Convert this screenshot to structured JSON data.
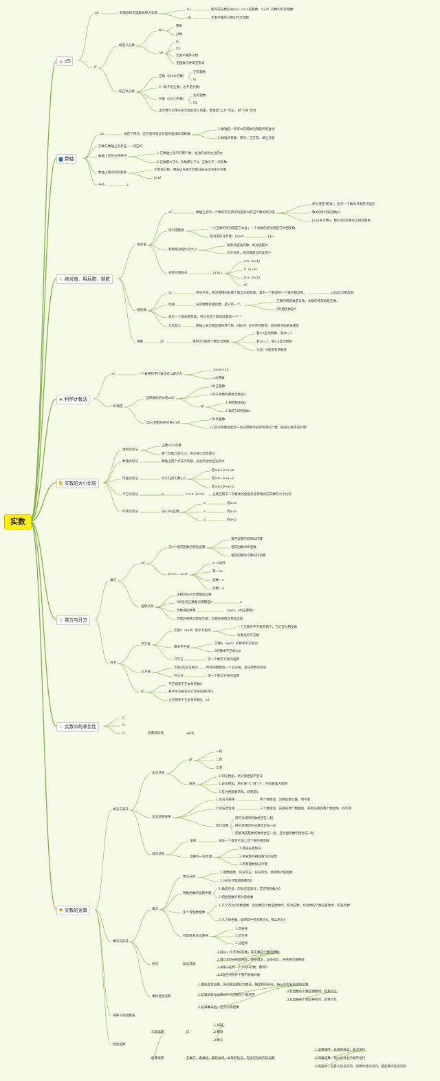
{
  "root": "实数",
  "colors": {
    "line": "#7fb045",
    "root_bg": "#fff200",
    "box_border": "#c9c9c9",
    "background": "#f6fbe8"
  },
  "branches": [
    {
      "label": "dS",
      "icon": "house-icon",
      "icon_glyph": "⌂",
      "icon_color": "#d13a7a"
    },
    {
      "label": "数轴",
      "icon": "flag-icon",
      "icon_glyph": "▆",
      "icon_color": "#2b61c7"
    },
    {
      "label": "绝对值、相反数、倒数",
      "icon": "star-icon",
      "icon_glyph": "☆",
      "icon_color": "#e23b3b"
    },
    {
      "label": "科学计数法",
      "icon": "star-icon",
      "icon_glyph": "★",
      "icon_color": "#e23b3b"
    },
    {
      "label": "实数的大小比较",
      "icon": "hand-icon",
      "icon_glyph": "✋",
      "icon_color": "#e0a100"
    },
    {
      "label": "乘方与开方",
      "icon": "star-icon",
      "icon_glyph": "☆",
      "icon_color": "#2f6ac8"
    },
    {
      "label": "实数中的非负性",
      "icon": "star-icon",
      "icon_glyph": "☆",
      "icon_color": "#c23fbf"
    },
    {
      "label": "实数的运算",
      "icon": "heart-icon",
      "icon_glyph": "♥",
      "icon_color": "#e0a100"
    }
  ],
  "nodes": [
    "aC",
    "有理数和无理数统称为实数",
    "b+",
    "能写成分数形式m/n（m,n是整数，n≠0）的数叫作有理数",
    "nH",
    "无限不循环小数叫作无理数",
    "IF",
    "按定义分类",
    "lb+",
    "整数",
    "分数",
    "nH",
    "fy",
    "f口",
    "无限不循环小数",
    "无理数几种常见形式",
    "按正负分类",
    "正数（比0大的数）",
    "正有理数",
    "fy",
    "0（既不是正数，也不是负数）",
    "负数（比0小的数）",
    "负有理数",
    "f口",
    "正负数可以用于表示相反意义的量，若规定\"上升\"为正，则\"下降\"为负",
    "aC",
    "规定了原点、正方向和单位长度的直线叫作数轴",
    "1.数轴是一条可以向两端无限延伸的直线",
    "2.数轴三要素：原点、正方向、单位长度",
    "实数与数轴上的点是一一对应的",
    "数轴上点的分布特点",
    "1.在数轴上表示的两个数，右边的总比左边的大",
    "2.正数都大于0，负数都小于0，正数大于一切负数",
    "数轴上两点间的距离",
    "大数减小数，用右边点表示的数减去左边点表示的数",
    "la-bl",
    "中点",
    "a",
    "绝对值",
    "aC",
    "数轴上表示一个数的点与原点的距离叫作这个数的绝对值",
    "绝对值是\"距离\"，表示一个数的点离原点远近",
    "数a的绝对值记做|a|",
    "|a-b|表示数a、数b对应的两点之间的距离",
    "绝对值性质",
    "一个正数的绝对值是它本身；一个负数的绝对值是它的相反数。",
    "绝对值的非负性：|a|≥0",
    "|a|=",
    "利用绝对值比较大小",
    "离原点越远的数，绝对值越大",
    "对于负数，绝对值越大的反而小",
    "去绝对值符号",
    "|a-b|=",
    "a-b（a>b）",
    "0（a=b）",
    "b-a（a<b）",
    "fG",
    "相反数",
    "aC",
    "符号不同，绝对值相同的两个数互为相反数，其中一个数是另一个数的相反数。",
    "a与b互为相反数",
    "性质",
    "任何数都有相反数，且只有一个。",
    "正数的相反数是负数，负数的相反数是正数。",
    "0的相反数是0",
    "表示一个数的相反数，可以在这个数的前面添一个\"-\"",
    "几何意义",
    "数轴上表示相反数的两个数（0除外）位于原点两侧，且到原点的距离相等",
    "倒数",
    "aC",
    "乘积为1的两个数互为倒数",
    "若a,b互为倒数，则ab=1",
    "若ab=1，则a,b互为倒数",
    "注意：0是没有倒数的",
    "aC",
    "一个数用科学计数法可以表示为",
    "1≤|a|<10",
    "n为整数",
    "n的确定",
    "当原数的绝对值≥10",
    "n为正整数",
    "n等于原数的整数位数减1",
    "gf",
    "1.把原数变成a",
    "2.确定10的指数n",
    "当0<原数的绝对值<1时",
    "n为负整数",
    "|n|等于原数左起第一位非零数字前所有零的个数（包括小数点前的零）",
    "类别比较法",
    "正数>0>负数",
    "两个负数比较大小，绝对值大的反而小",
    "数轴比较法",
    "数轴上两个点表示的数，右边的总比左边的大",
    "作差比较法",
    "对于任意实数a,b",
    "若a-b>0→a>b",
    "若a-b=0→a=b",
    "若a-b<0→a<b",
    "平方比较法",
    "a",
    "a²>b（b>0）",
    "主要应用于二次根式的估值及含有根式的实数的大小比较",
    "作商比较法",
    "设a,b为正数",
    "a",
    "a",
    "a",
    "则a>b",
    "则a=b",
    "则a<b",
    "乘方",
    "aC",
    "求n个相同因数的积的运算",
    "乘方运算的结果叫作幂",
    "相同因数叫作底数",
    "相同因数的个数叫作指数",
    "a·a·a·…·a=aⁿ",
    "a^n读作",
    "幂：an",
    "底数：a",
    "指数：n",
    "运算法则",
    "正数的任何次幂都是正数",
    "0的任何正整数次幂都是0",
    "a",
    "负数奇指数幂",
    "（a≠0，p为正整数）",
    "负数的奇数次幂是负数，负数的偶数次幂是正数",
    "开方",
    "平方根",
    "实数a（a≥0）的平方根为",
    "一个正数的平方根有两个，它们互为相反数",
    "负数没有平方根",
    "算术平方根",
    "实数a（a≥0）的算术平方根为",
    "0的算术平方根为0",
    "开平方",
    "求一个数平方根的运算",
    "立方根",
    "实数a的立方根为",
    "所有的数都有一个立方根，且与原数的符号",
    "开立方",
    "求一个数立方根的运算",
    "fG",
    "平方根等于它本身的数0",
    "算术平方根等于它本身的数0和1",
    "立方根等于它本身的数0，±1",
    "cf",
    "cf",
    "cf",
    "双重非负性",
    "a≥0",
    "加法与减法",
    "加法法则",
    "gf",
    "一桥",
    "二政",
    "三求",
    "规律",
    "1.同号相加，绝对值相加不变号",
    "2.异号相加，绝对值\"大\"减\"小\"，符号跟着大的跑",
    "3.互为相反数求和，结果是0",
    "加法运算规律",
    "1.加法交换律",
    "两个数相加，交换加数位置，和不变",
    "2.加法结合律",
    "三个数相加，先把前两个数相加，或者先把后两个数相加，和不变",
    "简化运算",
    "把符号相同的数结合在一起",
    "把分母相同的分数结合在一起",
    "把能凑成整数的数结合在一起，互为相反数的结合在一起",
    "减法法则",
    "法则",
    "减去一个数等于加上这个数的相反数",
    "运算的一般步骤",
    "1.把减号变加号",
    "2.用减数的相反数作为加数",
    "3.用有理数加法计算",
    "乘法与除法",
    "乘法",
    "乘法法则",
    "1.两数相乘，同号得正，异号得负，并把绝对值相乘",
    "2.与0任何数相乘都得0",
    "两数相乘的运算步骤",
    "1.确定符号：同号还是异号，是否有因数为0",
    "2.把各因数的绝对值相乘",
    "多个有理数相乘",
    "1.几个不为0的数相乘，负因数的个数是偶数时，积为正数；负因数的个数是奇数时，积是负数",
    "2.几个数相乘，如果其中有因数为0，那么积为0",
    "有理数乘法运算律",
    "1.交换律",
    "2.结合律",
    "3.分配律",
    "除法",
    "除法法则",
    "1.除以一个不为0的数，等于乘这个数的倒数",
    "2.两个不为0的数相除，同号得正，异号得负，并把绝对值相除",
    "3.0除以任何一个不为0的数，都得0",
    "4.0在任何条件下都不能做除数",
    "乘除混合运算",
    "1.乘除混合运算，先同级运算化为乘法，确定积的符号，按从左到右的顺序运算",
    "2.结果的符号由算式中负因数的个数决定",
    "①负因数的个数是偶数时，结果为正",
    "②负因数的个数是奇数时，结果为负",
    "3.化减乘法后，应先约再相乘",
    "特殊三角函数值",
    "混合运算",
    "三级运算",
    "IF",
    "1.加减",
    "2.乘除",
    "3.乘方",
    "运算顺序",
    "先乘方，再乘除，最后加减。如果有括号，先进行括号内的运算",
    "1.运算顺序，总级到低级，依次进行",
    "2.同级运算，按从左往右的顺序进行",
    "3.有括号，先算小括号内的，再算中括号内的，最后算大括号内的"
  ]
}
